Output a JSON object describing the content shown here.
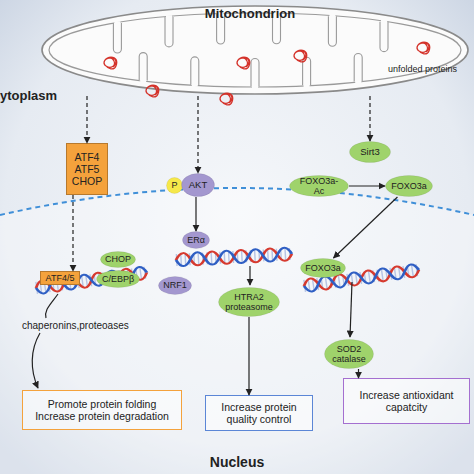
{
  "diagram": {
    "nodes": [
      {
        "text": [
          "Mitochondrion",
          "unfolded proteins"
        ]
      },
      {
        "text": [
          "ATF4 ATF5 CHOP"
        ]
      },
      {
        "text": [
          "P"
        ]
      },
      {
        "text": [
          "AKT"
        ]
      },
      {
        "text": [
          "Sirt3"
        ]
      },
      {
        "text": [
          "FOXO3a-Ac"
        ]
      },
      {
        "text": [
          "FOXO3a"
        ]
      },
      {
        "text": [
          "Nucleus"
        ]
      },
      {
        "text": [
          "ATF4/5"
        ],
        "in": 7
      },
      {
        "text": [
          "CHOP"
        ],
        "in": 7
      },
      {
        "text": [
          "C/EBPβ"
        ],
        "in": 7
      },
      {
        "text": [
          "ERα"
        ],
        "in": 7
      },
      {
        "text": [
          "NRF1"
        ],
        "in": 7
      },
      {
        "text": [
          "HTRA2 proteasome"
        ],
        "in": 7
      },
      {
        "text": [
          "FOXO3a"
        ],
        "in": 7
      },
      {
        "text": [
          "SOD2 catalase"
        ],
        "in": 7
      },
      {
        "text": [
          "Promote protein folding",
          "Increase protein degradation"
        ],
        "in": 7
      },
      {
        "text": [
          "Increase protein quality control"
        ],
        "in": 7
      },
      {
        "text": [
          "Increase antioxidant capatcity"
        ],
        "in": 7
      }
    ],
    "edges": [
      {
        "from": 0,
        "to": 1,
        "arrow": "to"
      },
      {
        "from": 0,
        "to": 3,
        "arrow": "to"
      },
      {
        "from": 0,
        "to": 4,
        "arrow": "to"
      },
      {
        "from": 1,
        "to": 8,
        "arrow": "to"
      },
      {
        "from": 3,
        "to": 11,
        "arrow": "to"
      },
      {
        "from": 5,
        "to": 6,
        "arrow": "to"
      },
      {
        "from": 6,
        "to": 14,
        "arrow": "to"
      },
      {
        "from": 13,
        "to": 17,
        "arrow": "to"
      },
      {
        "from": 15,
        "to": 18,
        "arrow": "to"
      }
    ],
    "labels": [
      "ytoplasm",
      "chaperonins,proteoases"
    ]
  }
}
